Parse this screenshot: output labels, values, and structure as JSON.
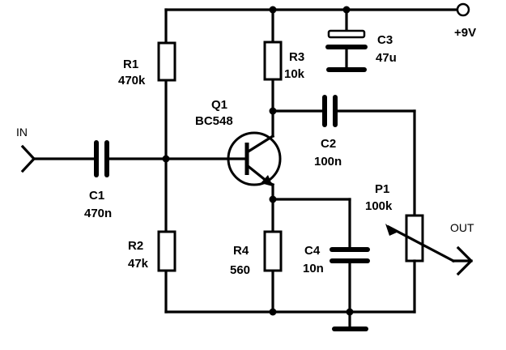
{
  "labels": {
    "in": "IN",
    "out": "OUT",
    "supply": "+9V",
    "r1_name": "R1",
    "r1_value": "470k",
    "r2_name": "R2",
    "r2_value": "47k",
    "r3_name": "R3",
    "r3_value": "10k",
    "r4_name": "R4",
    "r4_value": "560",
    "c1_name": "C1",
    "c1_value": "470n",
    "c2_name": "C2",
    "c2_value": "100n",
    "c3_name": "C3",
    "c3_value": "47u",
    "c4_name": "C4",
    "c4_value": "10n",
    "q1_name": "Q1",
    "q1_value": "BC548",
    "p1_name": "P1",
    "p1_value": "100k"
  }
}
